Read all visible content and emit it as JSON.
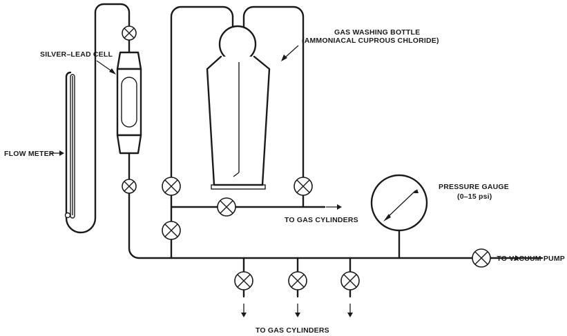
{
  "labels": {
    "silver_lead_cell": "SILVER–LEAD CELL",
    "gas_washing_bottle": "GAS WASHING BOTTLE",
    "gas_washing_bottle_contents": "(AMMONIACAL CUPROUS CHLORIDE)",
    "flow_meter": "FLOW METER",
    "pressure_gauge": "PRESSURE GAUGE",
    "pressure_gauge_range": "(0–15 psi)",
    "to_gas_cylinders_upper": "TO GAS CYLINDERS",
    "to_vacuum_pump": "TO VACUUM PUMP",
    "to_gas_cylinders_lower": "TO GAS CYLINDERS"
  },
  "colors": {
    "line": "#1a1a1a",
    "background": "#ffffff"
  }
}
